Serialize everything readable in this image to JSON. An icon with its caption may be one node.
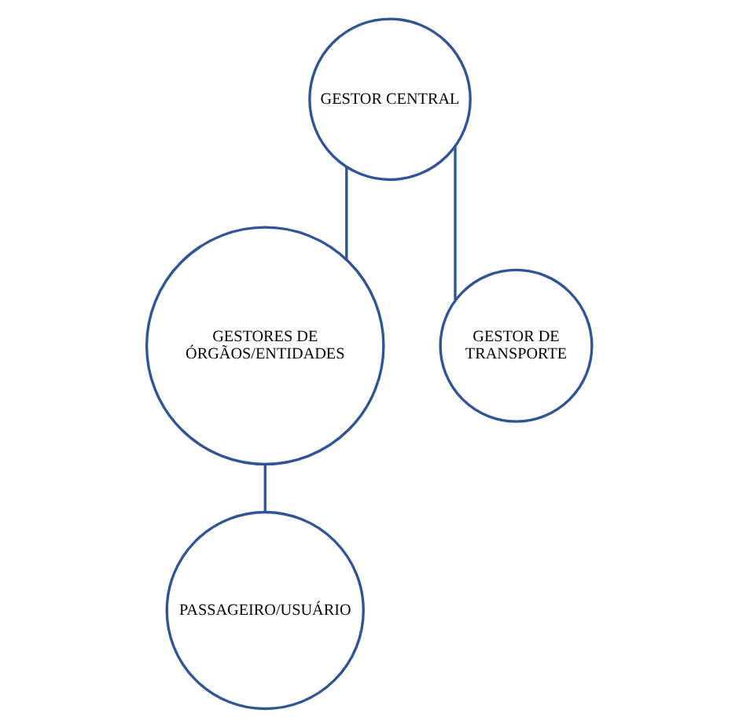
{
  "diagram": {
    "nodes": [
      {
        "text": [
          "GESTOR CENTRAL"
        ]
      },
      {
        "text": [
          "GESTORES DE ÓRGÃOS/ENTIDADES"
        ]
      },
      {
        "text": [
          "GESTOR DE TRANSPORTE"
        ]
      },
      {
        "text": [
          "PASSAGEIRO/USUÁRIO"
        ]
      }
    ],
    "edges": [
      {
        "from": 0,
        "to": 1,
        "arrow": "none"
      },
      {
        "from": 0,
        "to": 2,
        "arrow": "none"
      },
      {
        "from": 1,
        "to": 3,
        "arrow": "none"
      }
    ]
  }
}
